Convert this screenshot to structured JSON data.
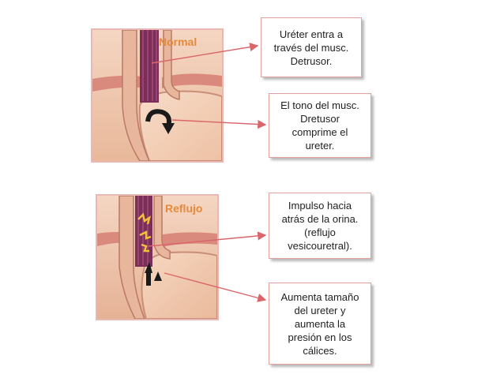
{
  "panels": {
    "normal_label": "Normal",
    "reflux_label": "Reflujo"
  },
  "callouts": {
    "ureter_entry": "Uréter entra a\ntravés del musc.\nDetrusor.",
    "muscle_tone": "El tono del musc.\nDretusor\ncomprime el\nureter.",
    "backflow": "Impulso hacia\natrás de la orina.\n(reflujo\nvesicouretral).",
    "pressure": "Aumenta tamaño\ndel ureter y\naumenta la\npresión en los\ncálices."
  },
  "colors": {
    "callout_border": "#e7a0a0",
    "arrow": "#d9666a",
    "label": "#e38a3c"
  }
}
